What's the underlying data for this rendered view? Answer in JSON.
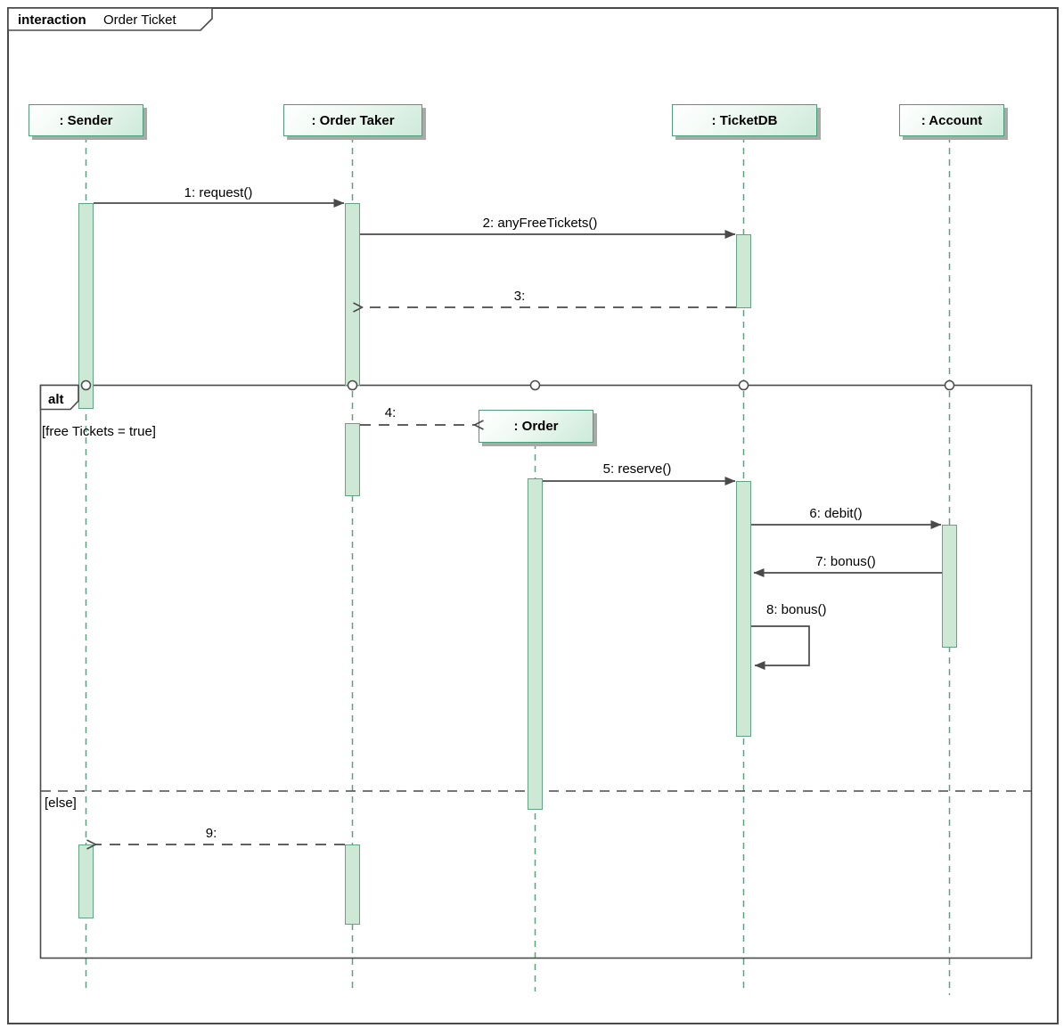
{
  "frame": {
    "keyword": "interaction",
    "name": "Order Ticket"
  },
  "lifelines": [
    {
      "label": ": Sender"
    },
    {
      "label": ": Order Taker"
    },
    {
      "label": ": TicketDB"
    },
    {
      "label": ": Account"
    }
  ],
  "created_object": {
    "label": ": Order"
  },
  "fragment": {
    "operator": "alt",
    "guard_true": "[free Tickets = true]",
    "guard_else": "[else]"
  },
  "messages": [
    {
      "label": "1: request()",
      "from": ": Sender",
      "to": ": Order Taker",
      "kind": "sync"
    },
    {
      "label": "2: anyFreeTickets()",
      "from": ": Order Taker",
      "to": ": TicketDB",
      "kind": "sync"
    },
    {
      "label": "3:",
      "from": ": TicketDB",
      "to": ": Order Taker",
      "kind": "return"
    },
    {
      "label": "4:",
      "from": ": Order Taker",
      "to": ": Order",
      "kind": "create"
    },
    {
      "label": "5: reserve()",
      "from": ": Order",
      "to": ": TicketDB",
      "kind": "sync"
    },
    {
      "label": "6: debit()",
      "from": ": TicketDB",
      "to": ": Account",
      "kind": "sync"
    },
    {
      "label": "7: bonus()",
      "from": ": Account",
      "to": ": TicketDB",
      "kind": "sync"
    },
    {
      "label": "8: bonus()",
      "from": ": TicketDB",
      "to": ": TicketDB",
      "kind": "self"
    },
    {
      "label": "9:",
      "from": ": Order Taker",
      "to": ": Sender",
      "kind": "return"
    }
  ],
  "colors": {
    "accent_green": "#4e9c78",
    "activation_fill": "#cde8d4",
    "line_dark": "#4a4a4a",
    "shadow": "#a9a9a9"
  }
}
